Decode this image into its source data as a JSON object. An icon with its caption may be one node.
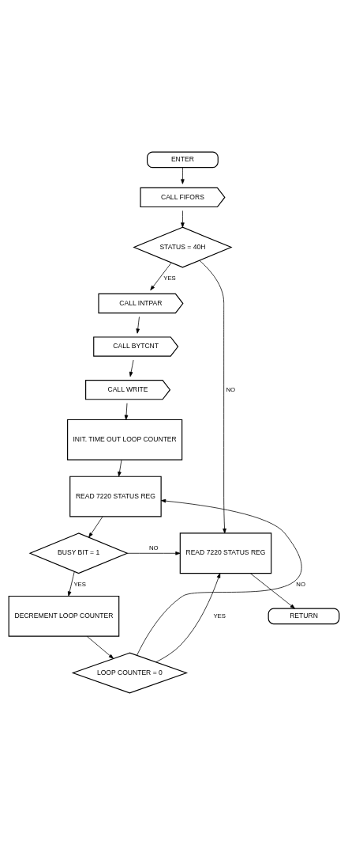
{
  "diagram": {
    "nodes": [
      {
        "text": [
          "ENTER"
        ]
      },
      {
        "text": [
          "CALL FIFORS"
        ]
      },
      {
        "text": [
          "STATUS = 40H"
        ]
      },
      {
        "text": [
          "CALL INTPAR"
        ]
      },
      {
        "text": [
          "CALL BYTCNT"
        ]
      },
      {
        "text": [
          "CALL WRITE"
        ]
      },
      {
        "text": [
          "INIT. TIME OUT LOOP COUNTER"
        ]
      },
      {
        "text": [
          "READ 7220 STATUS REG"
        ]
      },
      {
        "text": [
          "BUSY BIT = 1"
        ]
      },
      {
        "text": [
          "DECREMENT LOOP COUNTER"
        ]
      },
      {
        "text": [
          "LOOP COUNTER = 0"
        ]
      },
      {
        "text": [
          "READ 7220 STATUS REG"
        ]
      },
      {
        "text": [
          "RETURN"
        ]
      }
    ],
    "edges": [
      {
        "from": 0,
        "to": 1,
        "arrow": "to"
      },
      {
        "from": 1,
        "to": 2,
        "arrow": "to"
      },
      {
        "from": 2,
        "to": 3,
        "arrow": "to",
        "label": "YES"
      },
      {
        "from": 2,
        "to": 11,
        "arrow": "to",
        "label": "NO"
      },
      {
        "from": 3,
        "to": 4,
        "arrow": "to"
      },
      {
        "from": 4,
        "to": 5,
        "arrow": "to"
      },
      {
        "from": 5,
        "to": 6,
        "arrow": "to"
      },
      {
        "from": 6,
        "to": 7,
        "arrow": "to"
      },
      {
        "from": 7,
        "to": 8,
        "arrow": "to"
      },
      {
        "from": 8,
        "to": 9,
        "arrow": "to",
        "label": "YES"
      },
      {
        "from": 8,
        "to": 11,
        "arrow": "to",
        "label": "NO"
      },
      {
        "from": 9,
        "to": 10,
        "arrow": "to"
      },
      {
        "from": 10,
        "to": 7,
        "arrow": "to",
        "label": "NO"
      },
      {
        "from": 10,
        "to": 11,
        "arrow": "to",
        "label": "YES"
      },
      {
        "from": 11,
        "to": 12,
        "arrow": "to"
      }
    ]
  }
}
